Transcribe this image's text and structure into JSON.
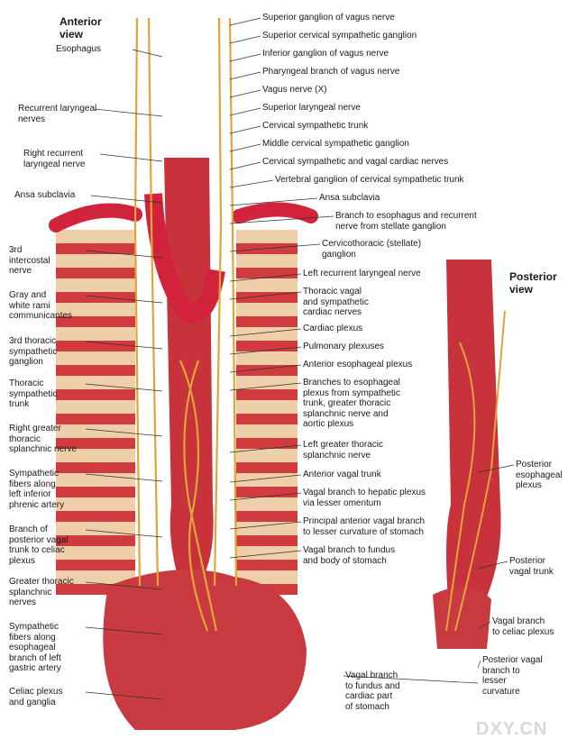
{
  "anterior_title": "Anterior\nview",
  "posterior_title": "Posterior\nview",
  "left_labels": [
    "Esophagus",
    "Recurrent laryngeal\nnerves",
    "Right recurrent\nlaryngeal nerve",
    "Ansa subclavia",
    "3rd\nintercostal\nnerve",
    "Gray and\nwhite rami\ncommunicantes",
    "3rd thoracic\nsympathetic\nganglion",
    "Thoracic\nsympathetic\ntrunk",
    "Right greater\nthoracic\nsplanchnic nerve",
    "Sympathetic\nfibers along\nleft inferior\nphrenic artery",
    "Branch of\nposterior vagal\ntrunk to celiac\nplexus",
    "Greater thoracic\nsplanchnic\nnerves",
    "Sympathetic\nfibers along\nesophageal\nbranch of left\ngastric artery",
    "Celiac plexus\nand ganglia"
  ],
  "right_labels": [
    "Superior ganglion of vagus nerve",
    "Superior cervical sympathetic ganglion",
    "Inferior ganglion of vagus nerve",
    "Pharyngeal branch of vagus nerve",
    "Vagus nerve (X)",
    "Superior laryngeal nerve",
    "Cervical sympathetic trunk",
    "Middle cervical sympathetic ganglion",
    "Cervical sympathetic and vagal cardiac nerves",
    "Vertebral ganglion of cervical sympathetic trunk",
    "Ansa subclavia",
    "Branch to esophagus and recurrent\nnerve from stellate ganglion",
    "Cervicothoracic (stellate)\nganglion",
    "Left recurrent laryngeal nerve",
    "Thoracic vagal\nand sympathetic\ncardiac nerves",
    "Cardiac plexus",
    "Pulmonary plexuses",
    "Anterior esophageal plexus",
    "Branches to esophageal\nplexus from sympathetic\ntrunk, greater thoracic\nsplanchnic nerve and\naortic plexus",
    "Left greater thoracic\nsplanchnic nerve",
    "Anterior vagal trunk",
    "Vagal branch to hepatic plexus\nvia lesser omentum",
    "Principal anterior vagal branch\nto lesser curvature of stomach",
    "Vagal branch to fundus\nand body of stomach"
  ],
  "posterior_labels": [
    "Posterior\nesophageal\nplexus",
    "Posterior\nvagal trunk",
    "Vagal branch\nto celiac plexus",
    "Posterior vagal\nbranch to\nlesser\ncurvature",
    "Vagal branch\nto fundus and\ncardiac part\nof stomach"
  ],
  "watermark": "DXY.CN",
  "colors": {
    "muscle": "#c8323a",
    "nerve": "#e0a53a",
    "bone": "#efcfa8",
    "vessel": "#d2233c"
  }
}
